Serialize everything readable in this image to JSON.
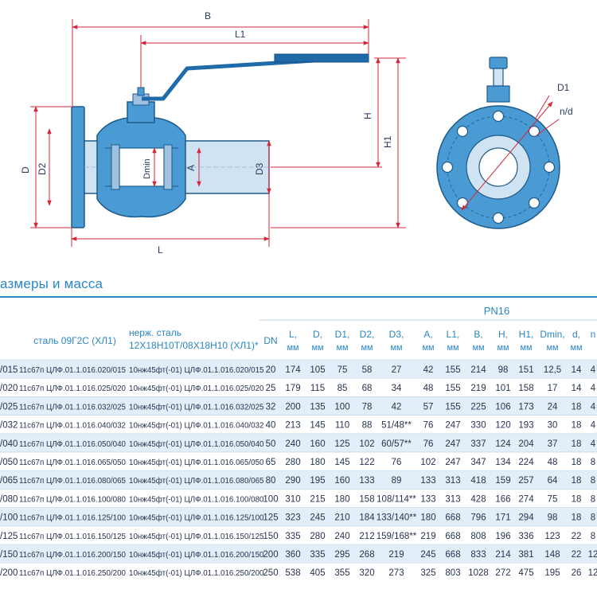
{
  "drawing": {
    "labels": {
      "B": "B",
      "L1": "L1",
      "H": "H",
      "H1": "H1",
      "D": "D",
      "D2": "D2",
      "Dmin": "Dmin",
      "A": "A",
      "D3": "D3",
      "L": "L",
      "D1": "D1",
      "nd": "n/d"
    },
    "colors": {
      "body": "#4a9bd4",
      "outline": "#1e5a8a",
      "handle": "#1f6aa8",
      "dims": "#d4273a",
      "shade": "#cfe3f2"
    }
  },
  "section": {
    "title": "азмеры и масса"
  },
  "table": {
    "pn_label": "PN16",
    "headers": {
      "col_a": "",
      "col_b": "сталь 09Г2С (ХЛ1)",
      "col_c_line1": "нерж. сталь",
      "col_c_line2": "12Х18Н10Т/08Х18Н10 (ХЛ1)*",
      "dn": "DN",
      "dims": [
        {
          "label": "L,",
          "unit": "мм"
        },
        {
          "label": "D,",
          "unit": "мм"
        },
        {
          "label": "D1,",
          "unit": "мм"
        },
        {
          "label": "D2,",
          "unit": "мм"
        },
        {
          "label": "D3,",
          "unit": "мм"
        },
        {
          "label": "A,",
          "unit": "мм"
        },
        {
          "label": "L1,",
          "unit": "мм"
        },
        {
          "label": "B,",
          "unit": "мм"
        },
        {
          "label": "H,",
          "unit": "мм"
        },
        {
          "label": "H1,",
          "unit": "мм"
        },
        {
          "label": "Dmin,",
          "unit": "мм"
        },
        {
          "label": "d,",
          "unit": "мм"
        },
        {
          "label": "n",
          "unit": ""
        }
      ]
    },
    "rows": [
      [
        "/015",
        "11с67п ЦЛФ.01.1.016.020/015",
        "10нж45фт(-01) ЦЛФ.01.1.016.020/015",
        "20",
        "174",
        "105",
        "75",
        "58",
        "27",
        "42",
        "155",
        "214",
        "98",
        "151",
        "12,5",
        "14",
        "4"
      ],
      [
        "/020",
        "11с67п ЦЛФ.01.1.016.025/020",
        "10нж45фт(-01) ЦЛФ.01.1.016.025/020",
        "25",
        "179",
        "115",
        "85",
        "68",
        "34",
        "48",
        "155",
        "219",
        "101",
        "158",
        "17",
        "14",
        "4"
      ],
      [
        "/025",
        "11с67п ЦЛФ.01.1.016.032/025",
        "10нж45фт(-01) ЦЛФ.01.1.016.032/025",
        "32",
        "200",
        "135",
        "100",
        "78",
        "42",
        "57",
        "155",
        "225",
        "106",
        "173",
        "24",
        "18",
        "4"
      ],
      [
        "/032",
        "11с67п ЦЛФ.01.1.016.040/032",
        "10нж45фт(-01) ЦЛФ.01.1.016.040/032",
        "40",
        "213",
        "145",
        "110",
        "88",
        "51/48**",
        "76",
        "247",
        "330",
        "120",
        "193",
        "30",
        "18",
        "4"
      ],
      [
        "/040",
        "11с67п ЦЛФ.01.1.016.050/040",
        "10нж45фт(-01) ЦЛФ.01.1.016.050/040",
        "50",
        "240",
        "160",
        "125",
        "102",
        "60/57**",
        "76",
        "247",
        "337",
        "124",
        "204",
        "37",
        "18",
        "4"
      ],
      [
        "/050",
        "11с67п ЦЛФ.01.1.016.065/050",
        "10нж45фт(-01) ЦЛФ.01.1.016.065/050",
        "65",
        "280",
        "180",
        "145",
        "122",
        "76",
        "102",
        "247",
        "347",
        "134",
        "224",
        "48",
        "18",
        "8"
      ],
      [
        "/065",
        "11с67п ЦЛФ.01.1.016.080/065",
        "10нж45фт(-01) ЦЛФ.01.1.016.080/065",
        "80",
        "290",
        "195",
        "160",
        "133",
        "89",
        "133",
        "313",
        "418",
        "159",
        "257",
        "64",
        "18",
        "8"
      ],
      [
        "/080",
        "11с67п ЦЛФ.01.1.016.100/080",
        "10нж45фт(-01) ЦЛФ.01.1.016.100/080",
        "100",
        "310",
        "215",
        "180",
        "158",
        "108/114**",
        "133",
        "313",
        "428",
        "166",
        "274",
        "75",
        "18",
        "8"
      ],
      [
        "/100",
        "11с67п ЦЛФ.01.1.016.125/100",
        "10нж45фт(-01) ЦЛФ.01.1.016.125/100",
        "125",
        "323",
        "245",
        "210",
        "184",
        "133/140**",
        "180",
        "668",
        "796",
        "171",
        "294",
        "98",
        "18",
        "8"
      ],
      [
        "/125",
        "11с67п ЦЛФ.01.1.016.150/125",
        "10нж45фт(-01) ЦЛФ.01.1.016.150/125",
        "150",
        "335",
        "280",
        "240",
        "212",
        "159/168**",
        "219",
        "668",
        "808",
        "196",
        "336",
        "123",
        "22",
        "8"
      ],
      [
        "/150",
        "11с67п ЦЛФ.01.1.016.200/150",
        "10нж45фт(-01) ЦЛФ.01.1.016.200/150",
        "200",
        "360",
        "335",
        "295",
        "268",
        "219",
        "245",
        "668",
        "833",
        "214",
        "381",
        "148",
        "22",
        "12"
      ],
      [
        "/200",
        "11с67п ЦЛФ.01.1.016.250/200",
        "10нж45фт(-01) ЦЛФ.01.1.016.250/200",
        "250",
        "538",
        "405",
        "355",
        "320",
        "273",
        "325",
        "803",
        "1028",
        "272",
        "475",
        "195",
        "26",
        "12"
      ]
    ],
    "colors": {
      "stripe": "#e3eef8",
      "grid": "#bfd5ea",
      "header_text": "#2a86c4",
      "text": "#26334f"
    }
  }
}
